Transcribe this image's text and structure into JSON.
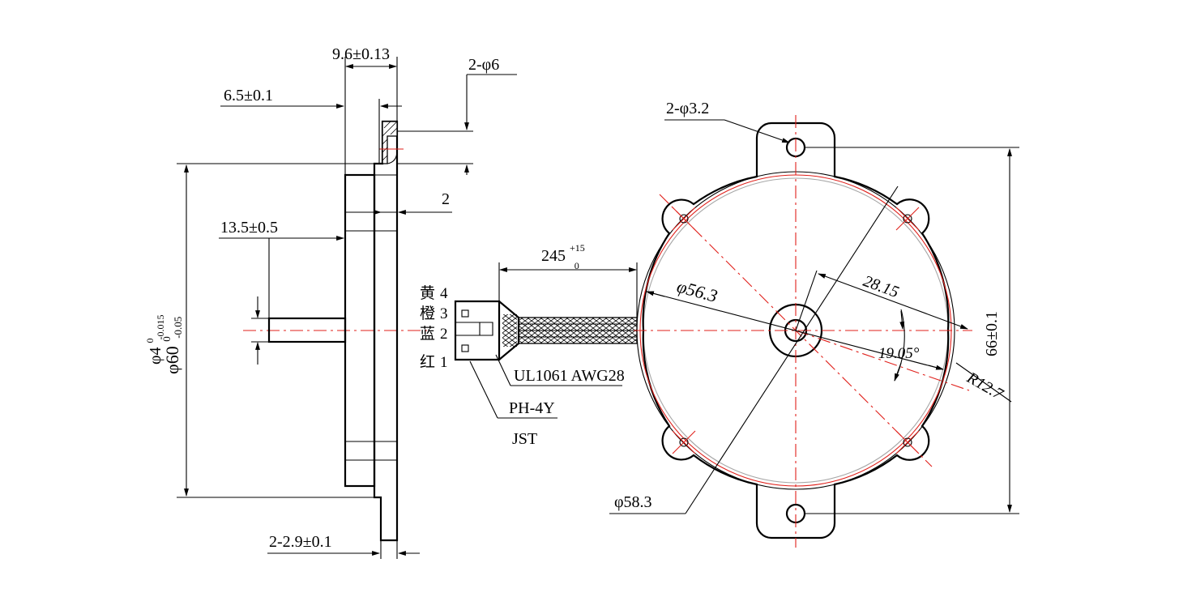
{
  "colors": {
    "outline": "#000000",
    "centerline": "#e0201b",
    "background": "#ffffff"
  },
  "side_view": {
    "dim_9_6": "9.6±0.13",
    "dim_6_5": "6.5±0.1",
    "dim_13_5": "13.5±0.5",
    "dim_2": "2",
    "dim_2_phi6": "2-φ6",
    "dim_phi60_base": "φ60",
    "dim_phi60_tol_upper": "0",
    "dim_phi60_tol_lower": "-0.05",
    "dim_phi4_base": "φ4",
    "dim_phi4_tol_upper": "0",
    "dim_phi4_tol_lower": "-0.015",
    "dim_2_2_9": "2-2.9±0.1"
  },
  "connector": {
    "wires": [
      {
        "color_cn": "黄",
        "pin": "4"
      },
      {
        "color_cn": "橙",
        "pin": "3"
      },
      {
        "color_cn": "蓝",
        "pin": "2"
      },
      {
        "color_cn": "红",
        "pin": "1"
      }
    ],
    "length_base": "245",
    "length_tol_upper": "+15",
    "length_tol_lower": "0",
    "cable_spec": "UL1061 AWG28",
    "connector_type": "PH-4Y",
    "connector_maker": "JST"
  },
  "front_view": {
    "dim_2_phi3_2": "2-φ3.2",
    "dim_phi56_3": "φ56.3",
    "dim_28_15": "28.15",
    "dim_19_05": "19.05°",
    "dim_r12_7": "R12.7",
    "dim_66": "66±0.1",
    "dim_phi58_3": "φ58.3"
  }
}
